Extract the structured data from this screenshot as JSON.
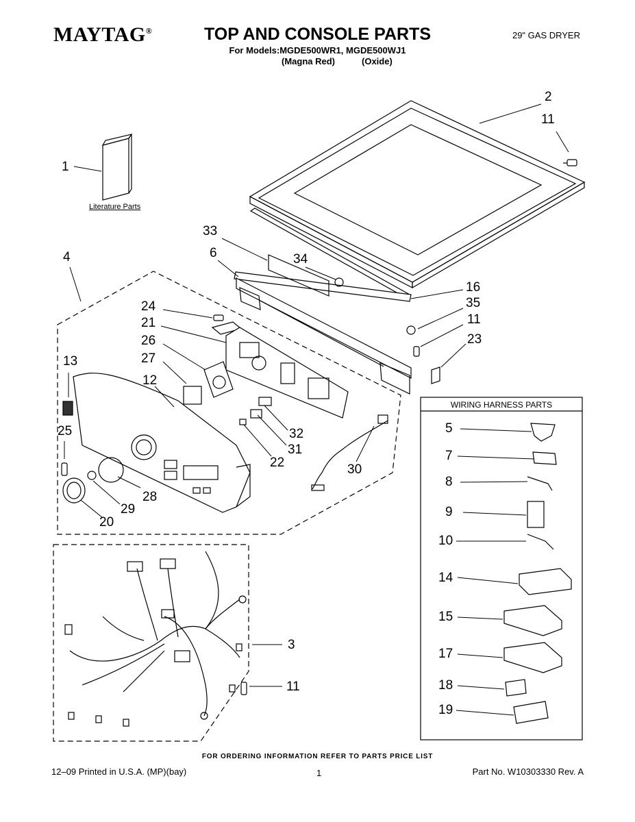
{
  "header": {
    "brand": "MAYTAG",
    "brand_mark": "®",
    "title": "TOP AND CONSOLE PARTS",
    "models_line": "For Models:MGDE500WR1, MGDE500WJ1",
    "color_1": "(Magna Red)",
    "color_2": "(Oxide)",
    "product": "29\" GAS DRYER"
  },
  "literature_label": "Literature Parts",
  "wiring_harness_title": "WIRING HARNESS PARTS",
  "callouts": {
    "c1": "1",
    "c2": "2",
    "c3": "3",
    "c4": "4",
    "c5": "5",
    "c6": "6",
    "c7": "7",
    "c8": "8",
    "c9": "9",
    "c10": "10",
    "c11a": "11",
    "c11b": "11",
    "c11c": "11",
    "c12": "12",
    "c13": "13",
    "c14": "14",
    "c15": "15",
    "c16": "16",
    "c17": "17",
    "c18": "18",
    "c19": "19",
    "c20": "20",
    "c21": "21",
    "c22": "22",
    "c23": "23",
    "c24": "24",
    "c25": "25",
    "c26": "26",
    "c27": "27",
    "c28": "28",
    "c29": "29",
    "c30": "30",
    "c31": "31",
    "c32": "32",
    "c33": "33",
    "c34": "34",
    "c35": "35"
  },
  "footer": {
    "ordering": "FOR ORDERING INFORMATION REFER TO PARTS PRICE LIST",
    "printed": "12–09 Printed in U.S.A. (MP)(bay)",
    "page": "1",
    "part_no": "Part No. W10303330 Rev. A"
  }
}
